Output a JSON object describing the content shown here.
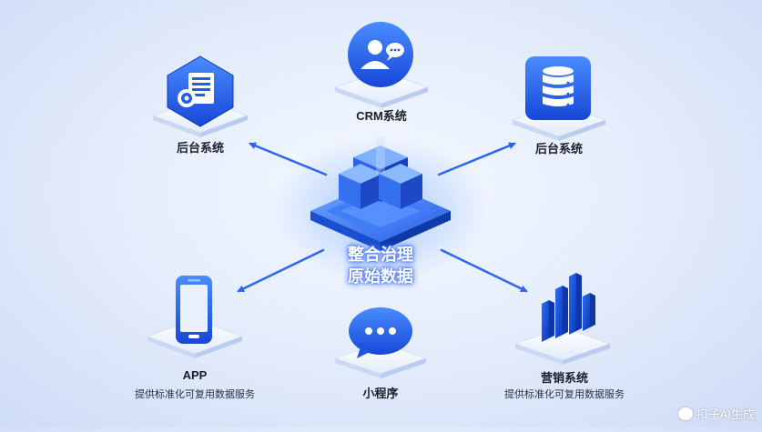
{
  "center": {
    "line1": "整合治理",
    "line2": "原始数据"
  },
  "nodes": {
    "backend_left": {
      "label": "后台系统",
      "icon": "document-settings-icon"
    },
    "crm": {
      "label": "CRM系统",
      "icon": "user-chat-icon"
    },
    "backend_right": {
      "label": "后台系统",
      "icon": "database-icon"
    },
    "app": {
      "label": "APP",
      "sub": "提供标准化可复用数据服务",
      "icon": "smartphone-icon"
    },
    "miniprogram": {
      "label": "小程序",
      "icon": "chat-bubble-icon"
    },
    "marketing": {
      "label": "营销系统",
      "sub": "提供标准化可复用数据服务",
      "icon": "bar-chart-icon"
    }
  },
  "watermark": "扣子AI生成",
  "colors": {
    "primary": "#1f5fe8",
    "light": "#4d8dff",
    "dark": "#0f3fb8",
    "arrow": "#2a66f0"
  }
}
